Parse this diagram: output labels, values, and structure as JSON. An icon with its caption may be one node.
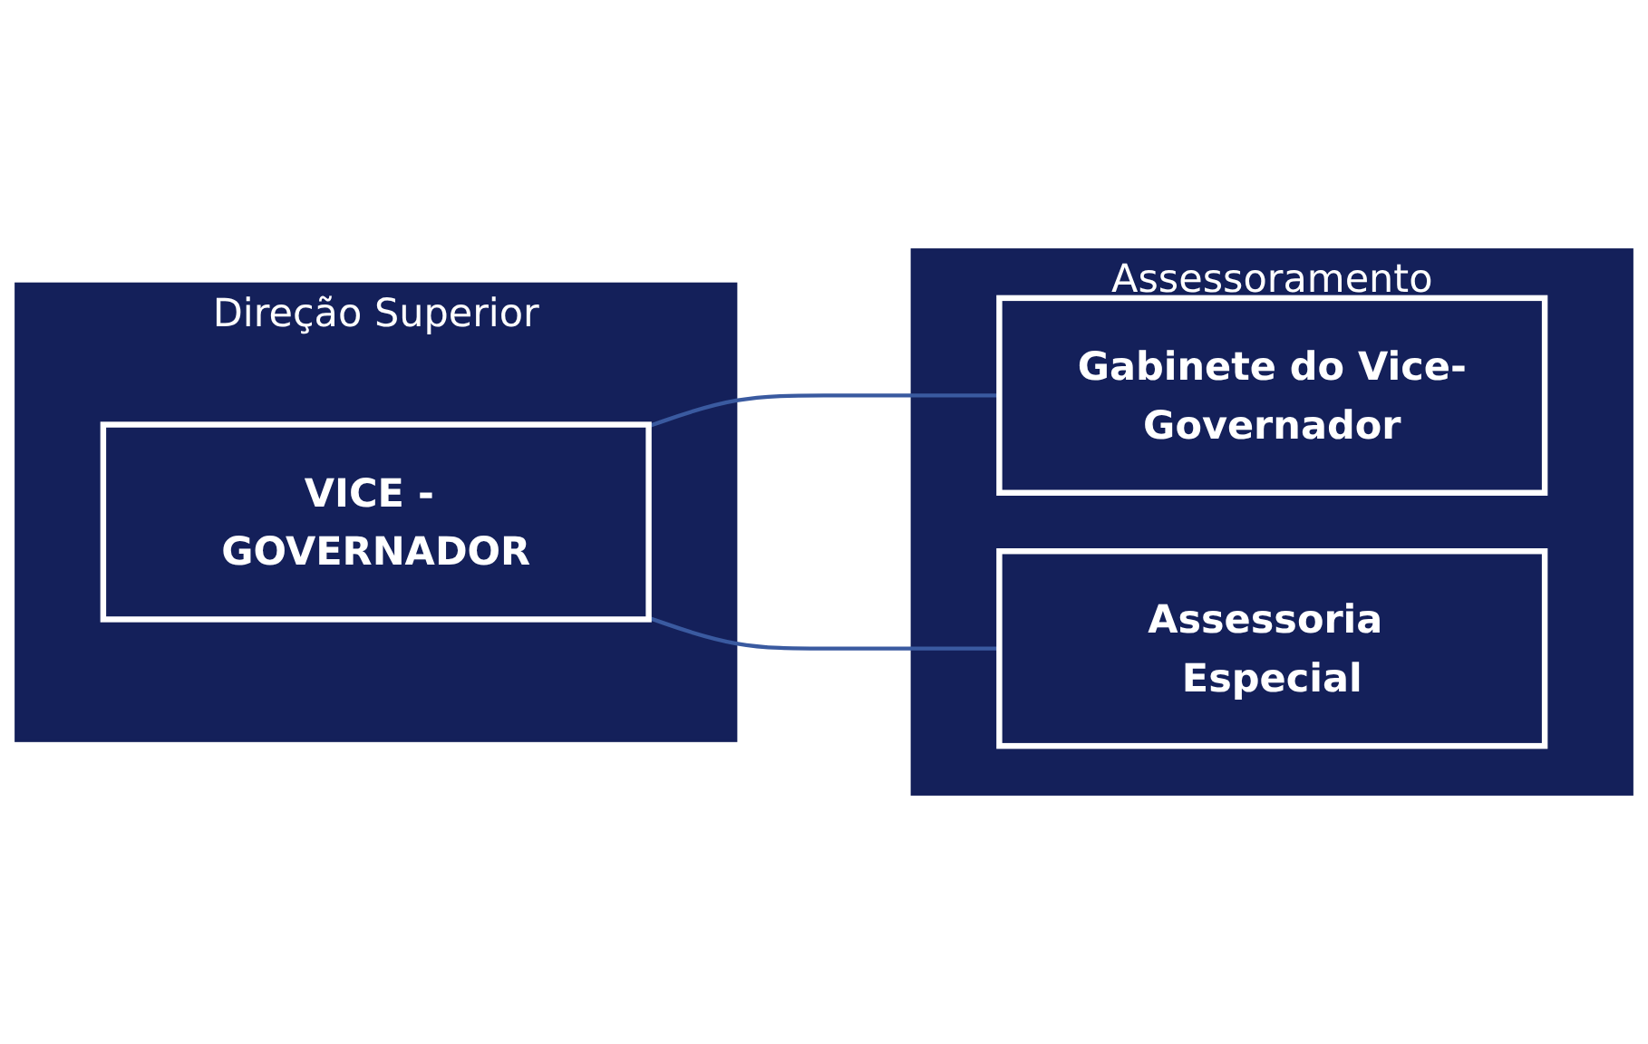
{
  "diagram": {
    "nodes": [
      {
        "text": [
          "Direção Superior"
        ]
      },
      {
        "text": [
          "VICE - GOVERNADOR"
        ],
        "in": 0
      },
      {
        "text": [
          "Assessoramento"
        ]
      },
      {
        "text": [
          "Gabinete do Vice-Governador"
        ],
        "in": 2
      },
      {
        "text": [
          "Assessoria Especial"
        ],
        "in": 2
      }
    ],
    "edges": [
      {
        "from": 1,
        "to": 3,
        "arrow": "none"
      },
      {
        "from": 1,
        "to": 4,
        "arrow": "none"
      }
    ]
  }
}
